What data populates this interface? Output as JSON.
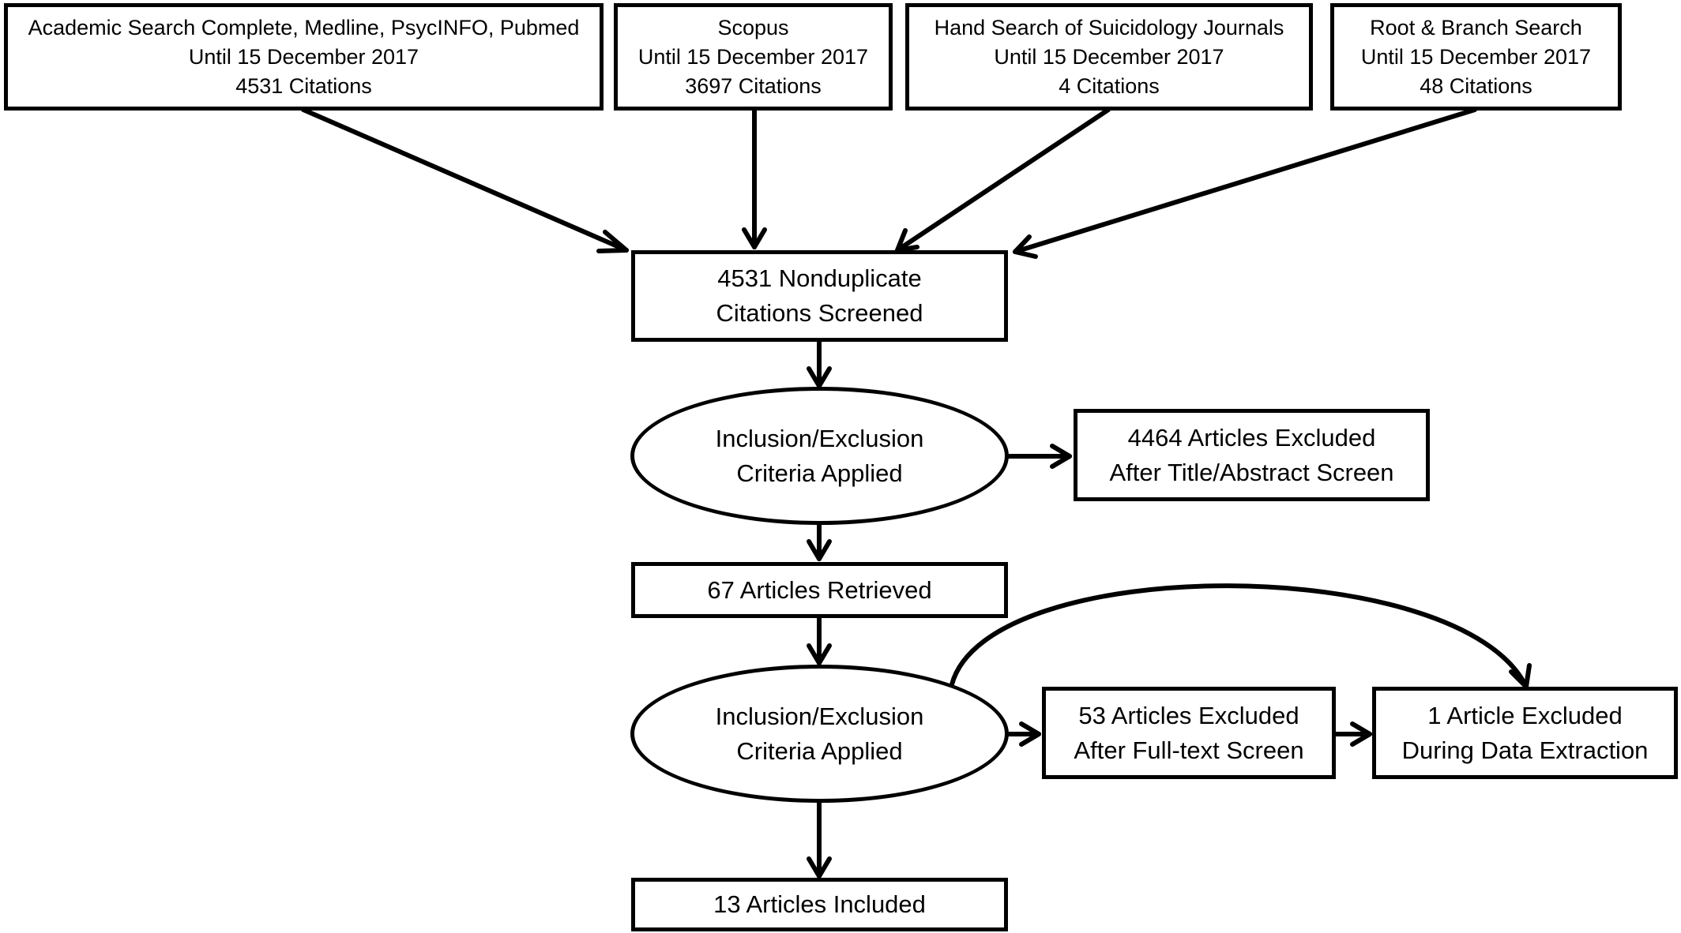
{
  "sources": [
    {
      "line1": "Academic Search Complete, Medline, PsycINFO, Pubmed",
      "line2": "Until 15 December 2017",
      "line3": "4531 Citations"
    },
    {
      "line1": "Scopus",
      "line2": "Until 15 December 2017",
      "line3": "3697 Citations"
    },
    {
      "line1": "Hand Search of Suicidology Journals",
      "line2": "Until 15 December 2017",
      "line3": "4 Citations"
    },
    {
      "line1": "Root & Branch Search",
      "line2": "Until 15 December 2017",
      "line3": "48 Citations"
    }
  ],
  "screened": {
    "line1": "4531 Nonduplicate",
    "line2": "Citations Screened"
  },
  "criteria1": {
    "line1": "Inclusion/Exclusion",
    "line2": "Criteria Applied"
  },
  "excluded_title": {
    "line1": "4464 Articles Excluded",
    "line2": "After Title/Abstract Screen"
  },
  "retrieved": {
    "line1": "67 Articles Retrieved"
  },
  "criteria2": {
    "line1": "Inclusion/Exclusion",
    "line2": "Criteria Applied"
  },
  "excluded_fulltext": {
    "line1": "53 Articles Excluded",
    "line2": "After Full-text Screen"
  },
  "excluded_extraction": {
    "line1": "1 Article Excluded",
    "line2": "During Data Extraction"
  },
  "included": {
    "line1": "13 Articles Included"
  }
}
